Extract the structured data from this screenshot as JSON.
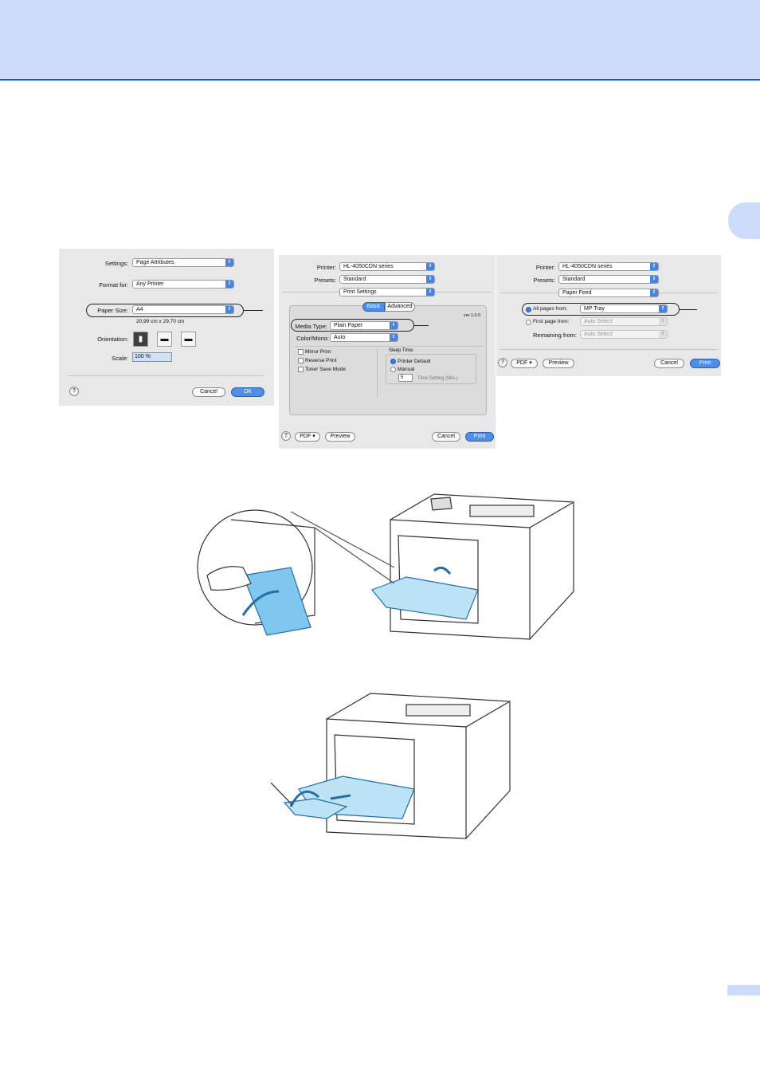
{
  "colors": {
    "band": "#cddcfb",
    "band_line": "#1f4fd1",
    "accent_blue": "#4d8fe6",
    "tray_blue": "#7fc7ee"
  },
  "dialog_page_setup": {
    "settings_label": "Settings:",
    "settings_value": "Page Attributes",
    "format_label": "Format for:",
    "format_value": "Any Printer",
    "paper_size_label": "Paper Size:",
    "paper_size_value": "A4",
    "paper_dims": "20,99 cm x 29,70 cm",
    "orientation_label": "Orientation:",
    "scale_label": "Scale:",
    "scale_value": "100 %",
    "help": "?",
    "cancel": "Cancel",
    "ok": "OK"
  },
  "dialog_print_basic": {
    "printer_label": "Printer:",
    "printer_value": "HL-4050CDN series",
    "presets_label": "Presets:",
    "presets_value": "Standard",
    "panel_value": "Print Settings",
    "tab_basic": "Basic",
    "tab_advanced": "Advanced",
    "version": "ver.1.0.0",
    "media_type_label": "Media Type:",
    "media_type_value": "Plain Paper",
    "color_mono_label": "Color/Mono:",
    "color_mono_value": "Auto",
    "mirror_print": "Mirror Print",
    "reverse_print": "Reverse Print",
    "toner_save": "Toner Save Mode",
    "sleep_time": "Sleep Time:",
    "printer_default": "Printer Default",
    "manual": "Manual",
    "time_value": "5",
    "time_setting": "Time Setting (Min.)",
    "help": "?",
    "pdf": "PDF ▾",
    "preview": "Preview",
    "cancel": "Cancel",
    "print": "Print"
  },
  "dialog_print_feed": {
    "printer_label": "Printer:",
    "printer_value": "HL-4050CDN series",
    "presets_label": "Presets:",
    "presets_value": "Standard",
    "panel_value": "Paper Feed",
    "all_pages_label": "All pages from:",
    "all_pages_value": "MP Tray",
    "first_page_label": "First page from:",
    "first_page_value": "Auto Select",
    "remaining_label": "Remaining from:",
    "remaining_value": "Auto Select",
    "help": "?",
    "pdf": "PDF ▾",
    "preview": "Preview",
    "cancel": "Cancel",
    "print": "Print"
  }
}
